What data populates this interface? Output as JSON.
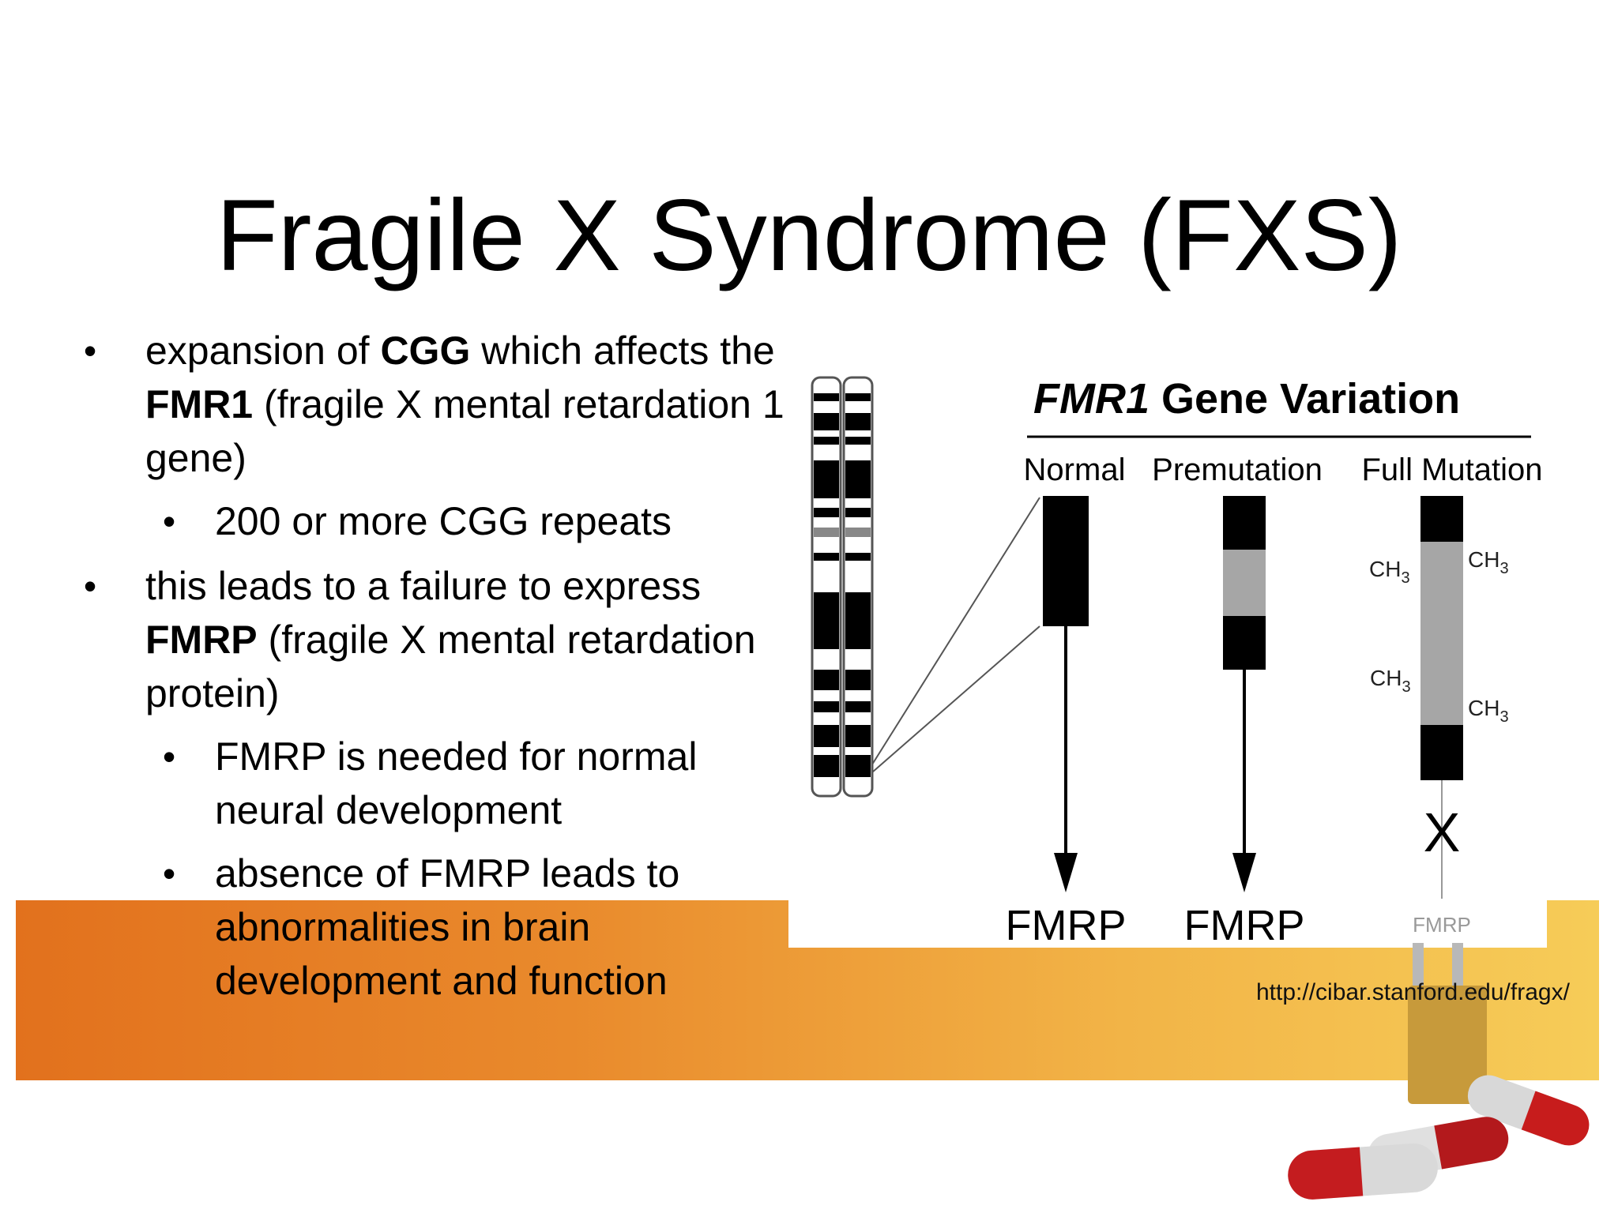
{
  "slide": {
    "title": "Fragile X Syndrome (FXS)",
    "bullets": {
      "b1": {
        "pre": " expansion of ",
        "bold1": "CGG",
        "mid1": " which affects the ",
        "bold2": "FMR1",
        "post": " (fragile X mental retardation 1 gene)"
      },
      "b1a": " 200 or more CGG repeats",
      "b2": {
        "pre": " this leads to a failure to express ",
        "bold": "FMRP",
        "post": " (fragile X mental retardation protein)"
      },
      "b2a": " FMRP is needed for normal neural development",
      "b2b": " absence of FMRP leads to abnormalities in brain development and function"
    },
    "bullet_glyph": "•"
  },
  "figure": {
    "title_italic": "FMR1",
    "title_rest": " Gene Variation",
    "columns": [
      "Normal",
      "Premutation",
      "Full Mutation"
    ],
    "protein_label": "FMRP",
    "methyl_label": "CH",
    "methyl_sub": "3",
    "blocked_mark": "X"
  },
  "source_url": "http://cibar.stanford.edu/fragx/",
  "colors": {
    "band_start": "#e2711d",
    "band_end": "#f6cc58",
    "premutation_gray": "#a6a6a6"
  }
}
